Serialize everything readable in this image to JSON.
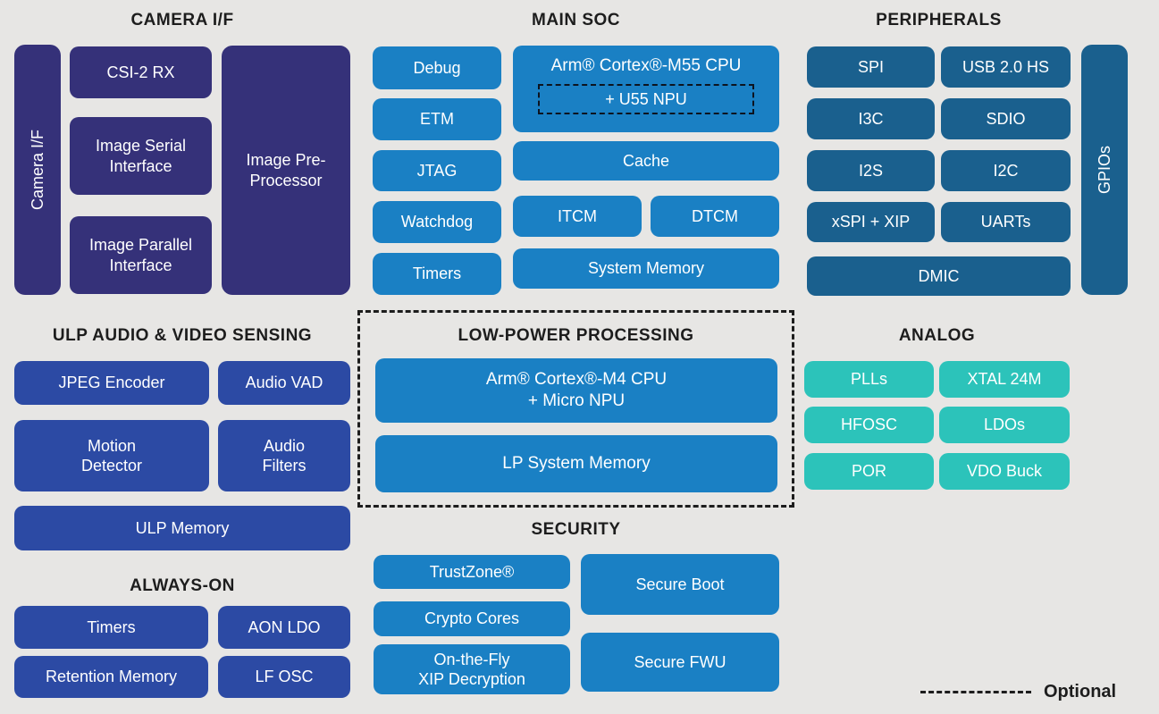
{
  "camera": {
    "title": "CAMERA I/F",
    "side_label": "Camera I/F",
    "csi2_rx": "CSI-2 RX",
    "image_serial": "Image Serial Interface",
    "image_parallel": "Image Parallel Interface",
    "preprocessor": "Image Pre-Processor"
  },
  "main_soc": {
    "title": "MAIN SOC",
    "left_blocks": [
      "Debug",
      "ETM",
      "JTAG",
      "Watchdog",
      "Timers"
    ],
    "cpu_label": "Arm® Cortex®-M55 CPU",
    "npu_label": "+ U55 NPU",
    "cache": "Cache",
    "itcm": "ITCM",
    "dtcm": "DTCM",
    "system_memory": "System Memory"
  },
  "peripherals": {
    "title": "PERIPHERALS",
    "grid": [
      "SPI",
      "USB 2.0 HS",
      "I3C",
      "SDIO",
      "I2S",
      "I2C",
      "xSPI + XIP",
      "UARTs"
    ],
    "dmic": "DMIC",
    "side_label": "GPIOs"
  },
  "ulp": {
    "title": "ULP AUDIO & VIDEO SENSING",
    "jpeg_encoder": "JPEG Encoder",
    "audio_vad": "Audio VAD",
    "motion_detector": {
      "line1": "Motion",
      "line2": "Detector"
    },
    "audio_filters": {
      "line1": "Audio",
      "line2": "Filters"
    },
    "ulp_memory": "ULP Memory"
  },
  "low_power": {
    "title": "LOW-POWER PROCESSING",
    "cpu": {
      "line1": "Arm® Cortex®-M4 CPU",
      "line2": "+ Micro NPU"
    },
    "lp_memory": "LP System Memory"
  },
  "analog": {
    "title": "ANALOG",
    "grid": [
      "PLLs",
      "XTAL 24M",
      "HFOSC",
      "LDOs",
      "POR",
      "VDO Buck"
    ]
  },
  "always_on": {
    "title": "ALWAYS-ON",
    "grid": [
      "Timers",
      "AON LDO",
      "Retention Memory",
      "LF OSC"
    ]
  },
  "security": {
    "title": "SECURITY",
    "trustzone": "TrustZone®",
    "crypto_cores": "Crypto Cores",
    "otf_xip": {
      "line1": "On-the-Fly",
      "line2": "XIP Decryption"
    },
    "secure_boot": "Secure Boot",
    "secure_fwu": "Secure FWU"
  },
  "legend": {
    "optional": "Optional"
  },
  "colors": {
    "background": "#e7e6e4",
    "camera_purple": "#353179",
    "soc_blue": "#1a80c4",
    "peripheral_blue": "#1a608e",
    "ulp_royal": "#2c4aa4",
    "analog_teal": "#2cc3ba",
    "heading_text": "#1d1d1d"
  }
}
